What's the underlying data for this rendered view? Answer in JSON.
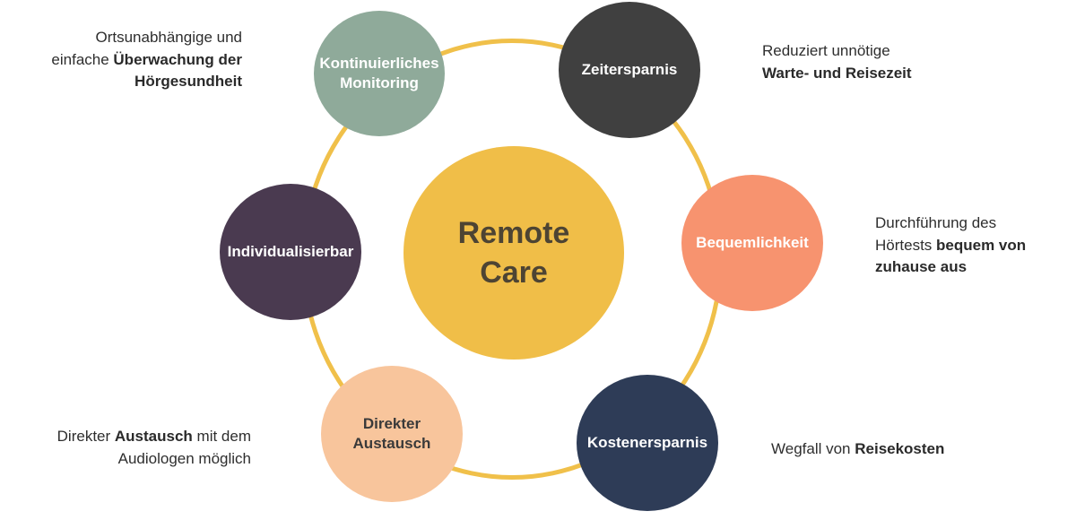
{
  "center": {
    "line1": "Remote",
    "line2": "Care",
    "color": "#f0be48"
  },
  "nodes": [
    {
      "id": "monitoring",
      "line1": "Kontinuierliches",
      "line2": "Monitoring",
      "color": "#8faa9a"
    },
    {
      "id": "zeitersparnis",
      "line1": "Zeitersparnis",
      "line2": "",
      "color": "#404040"
    },
    {
      "id": "bequemlichkeit",
      "line1": "Bequemlichkeit",
      "line2": "",
      "color": "#f7936f"
    },
    {
      "id": "kostenersparnis",
      "line1": "Kostenersparnis",
      "line2": "",
      "color": "#2e3c57"
    },
    {
      "id": "austausch",
      "line1": "Direkter",
      "line2": "Austausch",
      "color": "#f8c59c"
    },
    {
      "id": "individualisierbar",
      "line1": "Individualisierbar",
      "line2": "",
      "color": "#4a3a50"
    }
  ],
  "ring_color": "#f0c04a",
  "descriptions": {
    "monitoring": {
      "l1": "Ortsunabhängige und",
      "l2a": "einfache ",
      "l2b": "Überwachung der",
      "l3": "Hörgesundheit"
    },
    "zeitersparnis": {
      "l1": "Reduziert unnötige",
      "l2": "Warte- und Reisezeit"
    },
    "bequemlichkeit": {
      "l1": "Durchführung des",
      "l2a": "Hörtests ",
      "l2b": "bequem von",
      "l3": "zuhause aus"
    },
    "kostenersparnis": {
      "a": "Wegfall von ",
      "b": "Reisekosten"
    },
    "austausch": {
      "l1a": "Direkter ",
      "l1b": "Austausch",
      "l1c": " mit dem",
      "l2": "Audiologen möglich"
    }
  }
}
